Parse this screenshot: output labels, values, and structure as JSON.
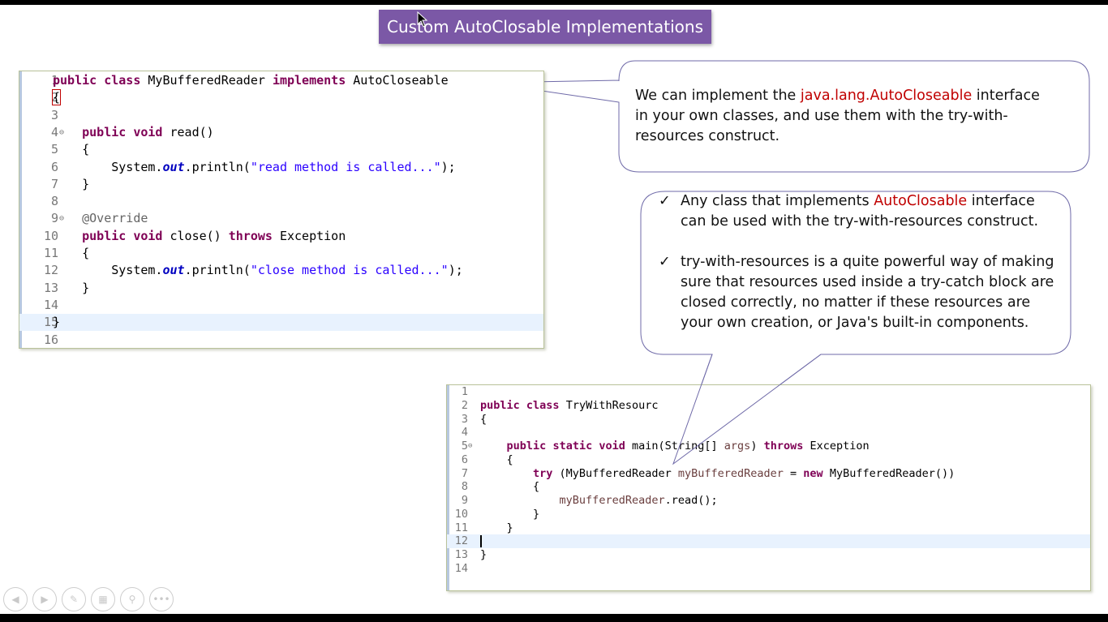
{
  "slide": {
    "title": "Custom AutoClosable Implementations"
  },
  "callout_top": {
    "before": "We can implement the ",
    "highlight": "java.lang.AutoCloseable",
    "after": " interface in your own classes, and use them with the try-with-resources construct."
  },
  "callout_bullets": {
    "items": [
      {
        "before": "Any class that implements ",
        "highlight": "AutoClosable",
        "after": " interface can be used with the try-with-resources construct."
      },
      {
        "before": "try-with-resources is a quite powerful way of making sure that resources used inside a try-catch block are closed correctly, no matter if these resources are your own creation, or Java's built-in components.",
        "highlight": "",
        "after": ""
      }
    ],
    "check_glyph": "✓"
  },
  "editor_reader": {
    "lines": [
      {
        "n": "1",
        "fold": "",
        "tokens": [
          [
            "kw",
            "public"
          ],
          [
            "t",
            " "
          ],
          [
            "kw",
            "class"
          ],
          [
            "t",
            " MyBufferedReader "
          ],
          [
            "kw",
            "implements"
          ],
          [
            "t",
            " AutoCloseable"
          ]
        ]
      },
      {
        "n": "2",
        "fold": "",
        "tokens": [
          [
            "box",
            "{"
          ]
        ]
      },
      {
        "n": "3",
        "fold": "",
        "tokens": []
      },
      {
        "n": "4",
        "fold": "⊖",
        "tokens": [
          [
            "t",
            "    "
          ],
          [
            "kw",
            "public"
          ],
          [
            "t",
            " "
          ],
          [
            "kw",
            "void"
          ],
          [
            "t",
            " read()"
          ]
        ]
      },
      {
        "n": "5",
        "fold": "",
        "tokens": [
          [
            "t",
            "    {"
          ]
        ]
      },
      {
        "n": "6",
        "fold": "",
        "tokens": [
          [
            "t",
            "        System."
          ],
          [
            "fld",
            "out"
          ],
          [
            "t",
            ".println("
          ],
          [
            "str",
            "\"read method is called...\""
          ],
          [
            "t",
            ");"
          ]
        ]
      },
      {
        "n": "7",
        "fold": "",
        "tokens": [
          [
            "t",
            "    }"
          ]
        ]
      },
      {
        "n": "8",
        "fold": "",
        "tokens": []
      },
      {
        "n": "9",
        "fold": "⊖",
        "tokens": [
          [
            "t",
            "    "
          ],
          [
            "ann",
            "@Override"
          ]
        ]
      },
      {
        "n": "10",
        "fold": "",
        "tokens": [
          [
            "t",
            "    "
          ],
          [
            "kw",
            "public"
          ],
          [
            "t",
            " "
          ],
          [
            "kw",
            "void"
          ],
          [
            "t",
            " close() "
          ],
          [
            "kw",
            "throws"
          ],
          [
            "t",
            " Exception"
          ]
        ]
      },
      {
        "n": "11",
        "fold": "",
        "tokens": [
          [
            "t",
            "    {"
          ]
        ]
      },
      {
        "n": "12",
        "fold": "",
        "tokens": [
          [
            "t",
            "        System."
          ],
          [
            "fld",
            "out"
          ],
          [
            "t",
            ".println("
          ],
          [
            "str",
            "\"close method is called...\""
          ],
          [
            "t",
            ");"
          ]
        ]
      },
      {
        "n": "13",
        "fold": "",
        "tokens": [
          [
            "t",
            "    }"
          ]
        ]
      },
      {
        "n": "14",
        "fold": "",
        "tokens": []
      },
      {
        "n": "15",
        "fold": "",
        "tokens": [
          [
            "t",
            "}"
          ]
        ],
        "current": true
      },
      {
        "n": "16",
        "fold": "",
        "tokens": []
      }
    ]
  },
  "editor_main": {
    "lines": [
      {
        "n": "1",
        "fold": "",
        "tokens": []
      },
      {
        "n": "2",
        "fold": "",
        "tokens": [
          [
            "kw",
            "public"
          ],
          [
            "t",
            " "
          ],
          [
            "kw",
            "class"
          ],
          [
            "t",
            " TryWithResourc"
          ]
        ]
      },
      {
        "n": "3",
        "fold": "",
        "tokens": [
          [
            "t",
            "{"
          ]
        ]
      },
      {
        "n": "4",
        "fold": "",
        "tokens": []
      },
      {
        "n": "5",
        "fold": "⊖",
        "tokens": [
          [
            "t",
            "    "
          ],
          [
            "kw",
            "public"
          ],
          [
            "t",
            " "
          ],
          [
            "kw",
            "static"
          ],
          [
            "t",
            " "
          ],
          [
            "kw",
            "void"
          ],
          [
            "t",
            " main(String[] "
          ],
          [
            "var",
            "args"
          ],
          [
            "t",
            ") "
          ],
          [
            "kw",
            "throws"
          ],
          [
            "t",
            " Exception"
          ]
        ]
      },
      {
        "n": "6",
        "fold": "",
        "tokens": [
          [
            "t",
            "    {"
          ]
        ]
      },
      {
        "n": "7",
        "fold": "",
        "tokens": [
          [
            "t",
            "        "
          ],
          [
            "kw",
            "try"
          ],
          [
            "t",
            " (MyBufferedReader "
          ],
          [
            "var",
            "myBufferedReader"
          ],
          [
            "t",
            " = "
          ],
          [
            "kw",
            "new"
          ],
          [
            "t",
            " MyBufferedReader())"
          ]
        ]
      },
      {
        "n": "8",
        "fold": "",
        "tokens": [
          [
            "t",
            "        {"
          ]
        ]
      },
      {
        "n": "9",
        "fold": "",
        "tokens": [
          [
            "t",
            "            "
          ],
          [
            "var",
            "myBufferedReader"
          ],
          [
            "t",
            ".read();"
          ]
        ]
      },
      {
        "n": "10",
        "fold": "",
        "tokens": [
          [
            "t",
            "        }"
          ]
        ]
      },
      {
        "n": "11",
        "fold": "",
        "tokens": [
          [
            "t",
            "    }"
          ]
        ]
      },
      {
        "n": "12",
        "fold": "",
        "tokens": [
          [
            "caret",
            ""
          ]
        ],
        "current": true
      },
      {
        "n": "13",
        "fold": "",
        "tokens": [
          [
            "t",
            "}"
          ]
        ]
      },
      {
        "n": "14",
        "fold": "",
        "tokens": []
      }
    ]
  },
  "nav": {
    "buttons": [
      {
        "name": "previous-slide-icon",
        "glyph": "◀"
      },
      {
        "name": "next-slide-icon",
        "glyph": "▶"
      },
      {
        "name": "pen-icon",
        "glyph": "✎"
      },
      {
        "name": "slide-sorter-icon",
        "glyph": "▦"
      },
      {
        "name": "zoom-icon",
        "glyph": "⚲"
      },
      {
        "name": "more-options-icon",
        "glyph": "•••"
      }
    ]
  }
}
